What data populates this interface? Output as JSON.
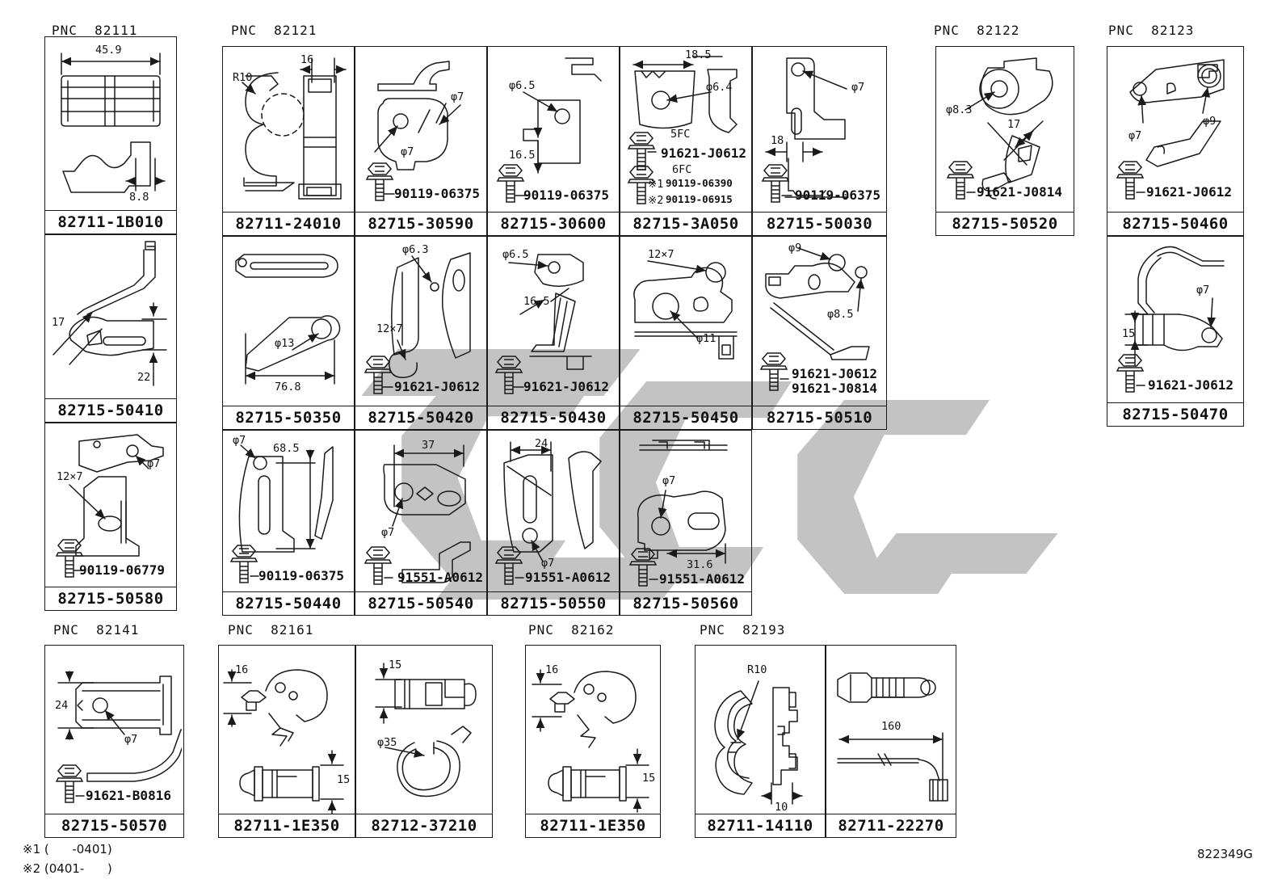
{
  "doc_code": "822349G",
  "footnotes": {
    "note1": "※1 (      -0401)",
    "note2": "※2 (0401-      )"
  },
  "colors": {
    "ink": "#1a1a1a",
    "watermark": "#c3c3c3",
    "background": "#ffffff"
  },
  "pnc": {
    "g82111": "PNC  82111",
    "g82121": "PNC  82121",
    "g82122": "PNC  82122",
    "g82123": "PNC  82123",
    "g82141": "PNC  82141",
    "g82161": "PNC  82161",
    "g82162": "PNC  82162",
    "g82193": "PNC  82193"
  },
  "cells": {
    "a1": {
      "part": "82711-1B010",
      "d1": "45.9",
      "d2": "8.8"
    },
    "a2": {
      "part": "82715-50410",
      "d1": "17",
      "d2": "22"
    },
    "a3": {
      "part": "82715-50580",
      "d1": "12×7",
      "d2": "φ7",
      "b1": "90119-06779"
    },
    "b1": {
      "part": "82711-24010",
      "d1": "R10",
      "d2": "16"
    },
    "b2": {
      "part": "82715-30590",
      "d1": "φ7",
      "d2": "φ7",
      "b1": "90119-06375"
    },
    "b3": {
      "part": "82715-30600",
      "d1": "φ6.5",
      "d2": "16.5",
      "b1": "90119-06375"
    },
    "b4": {
      "part": "82715-3A050",
      "d1": "18.5",
      "d2": "φ6.4",
      "f1": "5FC",
      "b1": "91621-J0612",
      "f2": "6FC",
      "n1p": "※1",
      "n1": "90119-06390",
      "n2p": "※2",
      "n2": "90119-06915"
    },
    "b5": {
      "part": "82715-50030",
      "d1": "φ7",
      "d2": "18",
      "b1": "90119-06375"
    },
    "b6": {
      "part": "82715-50350",
      "d1": "φ13",
      "d2": "76.8"
    },
    "b7": {
      "part": "82715-50420",
      "d1": "φ6.3",
      "d2": "12×7",
      "b1": "91621-J0612"
    },
    "b8": {
      "part": "82715-50430",
      "d1": "φ6.5",
      "d2": "16.5",
      "b1": "91621-J0612"
    },
    "b9": {
      "part": "82715-50450",
      "d1": "12×7",
      "d2": "φ11"
    },
    "b10": {
      "part": "82715-50510",
      "d1": "φ9",
      "d2": "φ8.5",
      "b1": "91621-J0612",
      "b2": "91621-J0814"
    },
    "b11": {
      "part": "82715-50440",
      "d1": "φ7",
      "d2": "68.5",
      "b1": "90119-06375"
    },
    "b12": {
      "part": "82715-50540",
      "d1": "37",
      "d2": "φ7",
      "b1": "91551-A0612"
    },
    "b13": {
      "part": "82715-50550",
      "d1": "24",
      "d2": "φ7",
      "b1": "91551-A0612"
    },
    "b14": {
      "part": "82715-50560",
      "d1": "φ7",
      "d2": "31.6",
      "b1": "91551-A0612"
    },
    "c1": {
      "part": "82715-50520",
      "d1": "φ8.3",
      "d2": "17",
      "b1": "91621-J0814"
    },
    "d1": {
      "part": "82715-50460",
      "d1": "φ7",
      "d2": "φ9",
      "b1": "91621-J0612"
    },
    "d2": {
      "part": "82715-50470",
      "d1": "15",
      "d2": "φ7",
      "b1": "91621-J0612"
    },
    "e1": {
      "part": "82715-50570",
      "d1": "24",
      "d2": "φ7",
      "b1": "91621-B0816"
    },
    "f1": {
      "part": "82711-1E350",
      "d1": "16",
      "d2": "15"
    },
    "f2": {
      "part": "82712-37210",
      "d1": "15",
      "d2": "φ35"
    },
    "g1": {
      "part": "82711-1E350",
      "d1": "16",
      "d2": "15"
    },
    "h1": {
      "part": "82711-14110",
      "d1": "R10",
      "d2": "10"
    },
    "h2": {
      "part": "82711-22270",
      "d1": "160"
    }
  }
}
